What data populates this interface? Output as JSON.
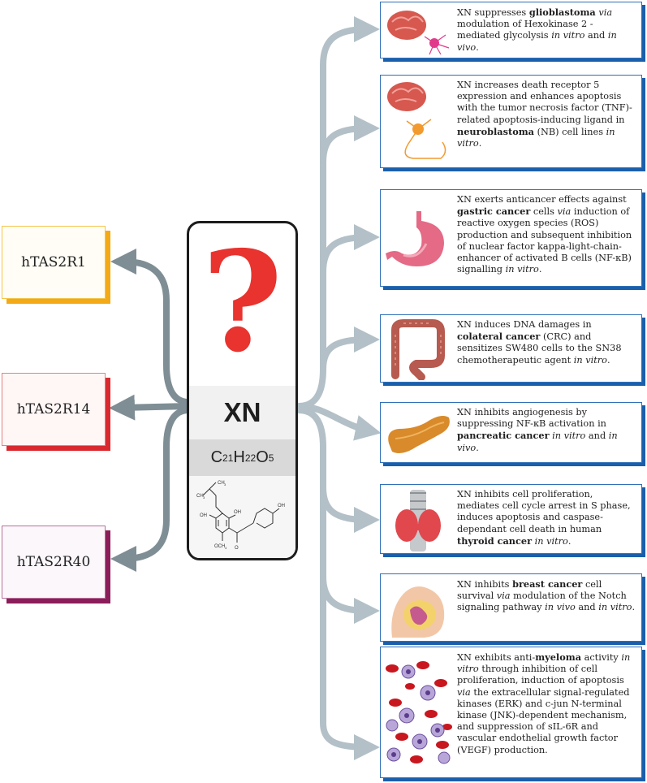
{
  "receptors": [
    {
      "label": "hTAS2R1"
    },
    {
      "label": "hTAS2R14"
    },
    {
      "label": "hTAS2R40"
    }
  ],
  "compound": {
    "question_mark": "?",
    "name": "XN",
    "formula": {
      "c": "C",
      "c_n": "21",
      "h": "H",
      "h_n": "22",
      "o": "O",
      "o_n": "5"
    },
    "structure_labels": {
      "ch3": "CH3",
      "oh": "OH",
      "och3": "OCH3",
      "o": "O"
    }
  },
  "effects": [
    {
      "icon": "brain-neuron-icon",
      "segments": [
        {
          "t": "XN suppresses "
        },
        {
          "t": "glioblastoma",
          "b": true
        },
        {
          "t": " "
        },
        {
          "t": "via",
          "i": true
        },
        {
          "t": " modulation of Hexokinase 2 -mediated glycolysis "
        },
        {
          "t": "in vitro",
          "i": true
        },
        {
          "t": " and "
        },
        {
          "t": "in vivo",
          "i": true
        },
        {
          "t": "."
        }
      ]
    },
    {
      "icon": "brain-neuron-icon",
      "segments": [
        {
          "t": "XN increases death receptor 5 expression and enhances apoptosis with the tumor necrosis factor (TNF)-related apoptosis-inducing ligand in "
        },
        {
          "t": "neuroblastoma",
          "b": true
        },
        {
          "t": " (NB) cell lines "
        },
        {
          "t": "in vitro",
          "i": true
        },
        {
          "t": "."
        }
      ]
    },
    {
      "icon": "stomach-icon",
      "segments": [
        {
          "t": "XN exerts anticancer effects against "
        },
        {
          "t": "gastric cancer",
          "b": true
        },
        {
          "t": " cells "
        },
        {
          "t": "via",
          "i": true
        },
        {
          "t": " induction of reactive oxygen species (ROS) production and subsequent inhibition of nuclear factor kappa-light-chain-enhancer of activated B cells (NF-κB) signalling "
        },
        {
          "t": "in vitro",
          "i": true
        },
        {
          "t": "."
        }
      ]
    },
    {
      "icon": "colon-icon",
      "segments": [
        {
          "t": "XN induces DNA damages in "
        },
        {
          "t": "colateral cancer",
          "b": true
        },
        {
          "t": " (CRC) and sensitizes SW480 cells to the SN38 chemotherapeutic agent "
        },
        {
          "t": "in vitro",
          "i": true
        },
        {
          "t": "."
        }
      ]
    },
    {
      "icon": "pancreas-icon",
      "segments": [
        {
          "t": "XN inhibits angiogenesis by suppressing NF-κB activation in "
        },
        {
          "t": "pancreatic cancer",
          "b": true
        },
        {
          "t": " "
        },
        {
          "t": "in vitro",
          "i": true
        },
        {
          "t": " and "
        },
        {
          "t": "in vivo",
          "i": true
        },
        {
          "t": "."
        }
      ]
    },
    {
      "icon": "thyroid-icon",
      "segments": [
        {
          "t": "XN inhibits cell proliferation, mediates cell cycle arrest in S phase, induces apoptosis and caspase-dependant cell death in human "
        },
        {
          "t": "thyroid cancer",
          "b": true
        },
        {
          "t": " "
        },
        {
          "t": "in vitro",
          "i": true
        },
        {
          "t": "."
        }
      ]
    },
    {
      "icon": "breast-icon",
      "segments": [
        {
          "t": "XN inhibits "
        },
        {
          "t": "breast cancer",
          "b": true
        },
        {
          "t": " cell survival "
        },
        {
          "t": "via",
          "i": true
        },
        {
          "t": " modulation of the Notch signaling pathway "
        },
        {
          "t": "in vivo",
          "i": true
        },
        {
          "t": " and "
        },
        {
          "t": "in vitro",
          "i": true
        },
        {
          "t": "."
        }
      ]
    },
    {
      "icon": "blood-cells-icon",
      "segments": [
        {
          "t": "XN exhibits anti-"
        },
        {
          "t": "myeloma",
          "b": true
        },
        {
          "t": " activity "
        },
        {
          "t": "in vitro",
          "i": true
        },
        {
          "t": " through inhibition of cell proliferation, induction of apoptosis "
        },
        {
          "t": "via",
          "i": true
        },
        {
          "t": " the extracellular signal-regulated kinases (ERK) and c-jun N-terminal kinase (JNK)-dependent mechanism, and suppression of sIL-6R and vascular endothelial growth factor (VEGF) production."
        }
      ]
    }
  ],
  "colors": {
    "left_arrow": "#7f8e95",
    "right_arrow": "#b3c0c7",
    "effect_border": "#1a5fab",
    "question_mark": "#e8332e",
    "receptor_1_accent": "#f4a916",
    "receptor_2_accent": "#d9292f",
    "receptor_3_accent": "#8b1d5a"
  }
}
